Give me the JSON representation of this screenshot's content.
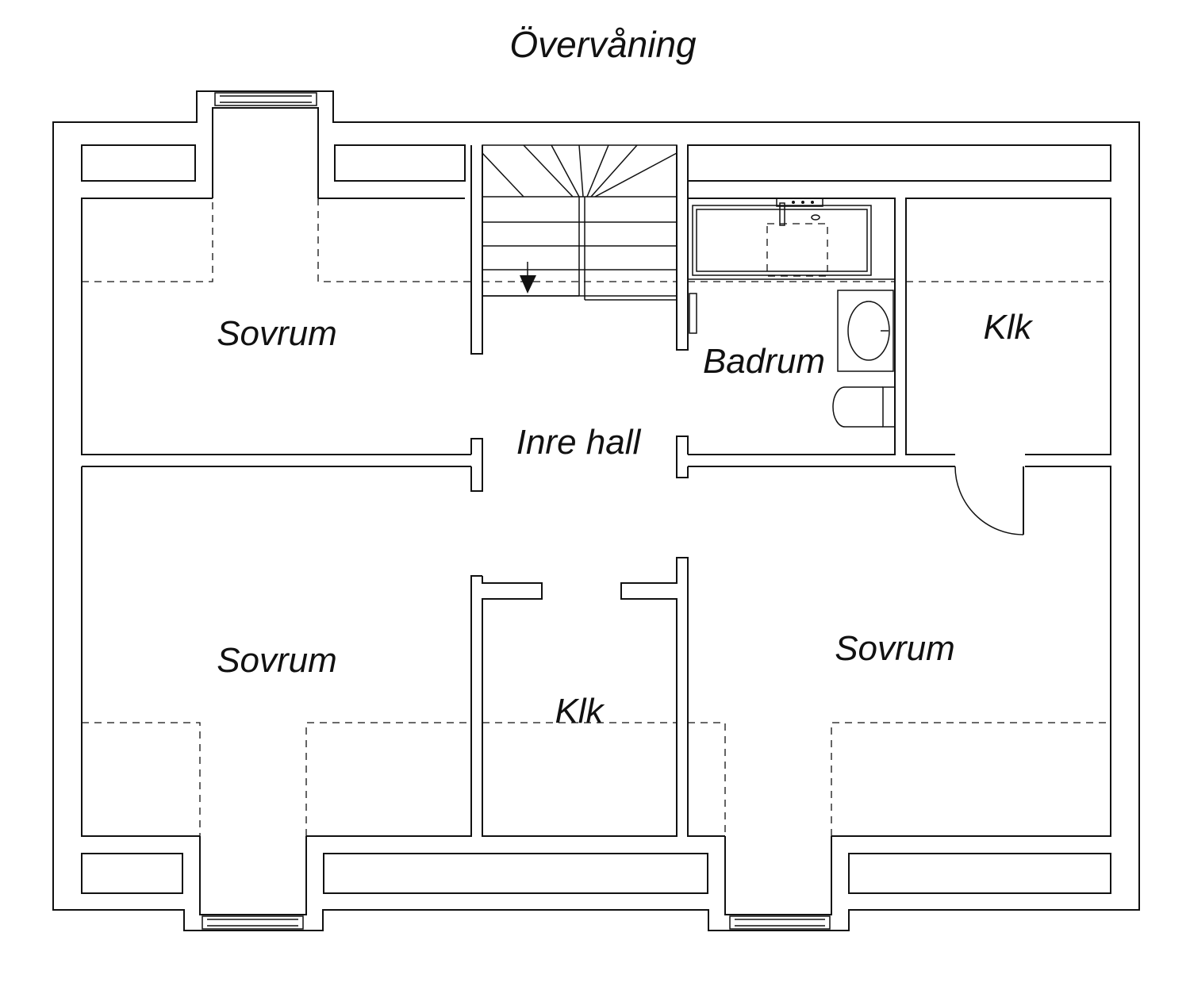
{
  "title": "Övervåning",
  "rooms": {
    "sovrum_top_left": "Sovrum",
    "inre_hall": "Inre hall",
    "badrum": "Badrum",
    "klk_right": "Klk",
    "sovrum_bottom_left": "Sovrum",
    "klk_center": "Klk",
    "sovrum_bottom_right": "Sovrum"
  },
  "colors": {
    "line": "#111111",
    "background": "#ffffff"
  }
}
